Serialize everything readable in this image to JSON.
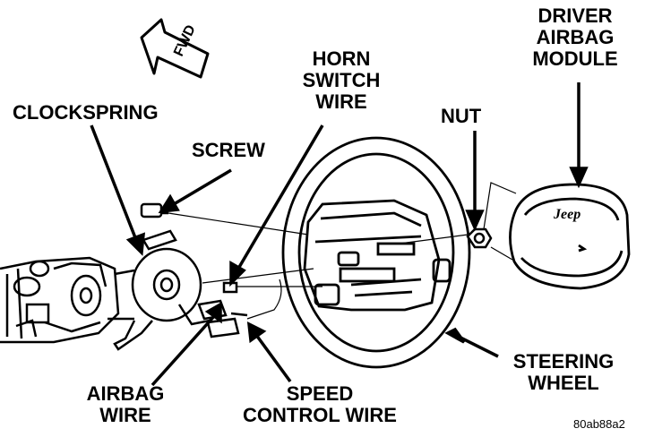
{
  "labels": {
    "driver_airbag_module": [
      "DRIVER",
      "AIRBAG",
      "MODULE"
    ],
    "horn_switch_wire": [
      "HORN",
      "SWITCH",
      "WIRE"
    ],
    "clockspring": "CLOCKSPRING",
    "nut": "NUT",
    "screw": "SCREW",
    "steering_wheel": [
      "STEERING",
      "WHEEL"
    ],
    "airbag_wire": [
      "AIRBAG",
      "WIRE"
    ],
    "speed_control_wire": [
      "SPEED",
      "CONTROL WIRE"
    ]
  },
  "fwd_arrow_text": "FWD",
  "module_logo": "Jeep",
  "figure_code": "80ab88a2"
}
